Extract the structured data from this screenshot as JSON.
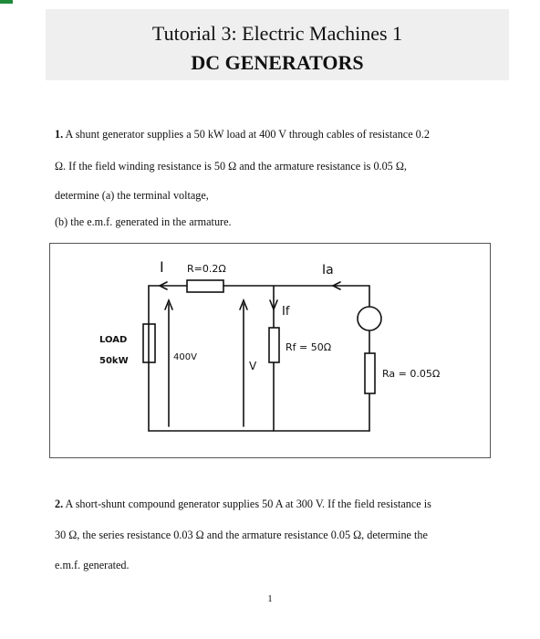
{
  "header": {
    "title_line1": "Tutorial 3: Electric Machines 1",
    "title_line2": "DC GENERATORS"
  },
  "question1": {
    "number": "1.",
    "lines": [
      "A shunt generator supplies a 50 kW load at 400 V through cables of resistance 0.2",
      "Ω. If the field winding resistance is 50 Ω and the armature resistance is 0.05 Ω,",
      "determine (a) the terminal    voltage,",
      "(b) the e.m.f. generated in the armature."
    ]
  },
  "circuit": {
    "current_label": "I",
    "cable_resistance_label": "R=0.2Ω",
    "armature_current_label": "Ia",
    "field_current_label": "If",
    "field_resistance_label": "Rf = 50Ω",
    "armature_resistance_label": "Ra = 0.05Ω",
    "load_label_line1": "LOAD",
    "load_label_line2": "50kW",
    "load_voltage_label": "400V",
    "terminal_voltage_label": "V"
  },
  "question2": {
    "number": "2.",
    "lines": [
      "A short-shunt compound generator supplies 50 A at 300 V. If the field resistance is",
      "30 Ω, the series   resistance 0.03 Ω and the armature resistance 0.05 Ω, determine the",
      "e.m.f. generated."
    ]
  },
  "footer": {
    "page_number": "1"
  }
}
